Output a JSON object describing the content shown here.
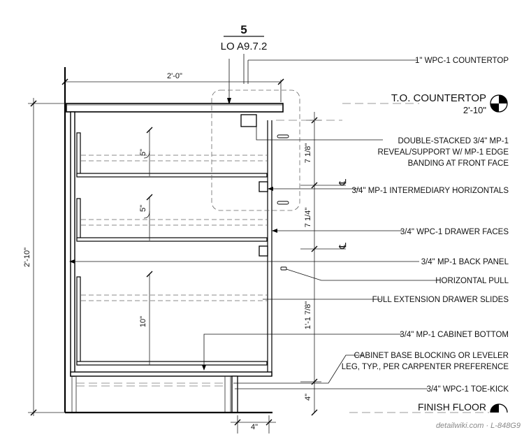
{
  "detail_tag": {
    "number": "5",
    "sheet": "LO A9.7.2"
  },
  "callouts": [
    "1\" WPC-1 COUNTERTOP",
    "DOUBLE-STACKED 3/4\" MP-1",
    "REVEAL/SUPPORT W/ MP-1 EDGE",
    "BANDING AT FRONT FACE",
    "3/4\" MP-1 INTERMEDIARY HORIZONTALS",
    "3/4\" WPC-1 DRAWER FACES",
    "3/4\" MP-1 BACK PANEL",
    "HORIZONTAL PULL",
    "FULL EXTENSION DRAWER SLIDES",
    "3/4\" MP-1 CABINET BOTTOM",
    "CABINET BASE BLOCKING OR LEVELER",
    "LEG, TYP., PER CARPENTER PREFERENCE",
    "3/4\" WPC-1 TOE-KICK"
  ],
  "levels": {
    "countertop_label": "T.O. COUNTERTOP",
    "countertop_height": "2'-10\"",
    "floor_label": "FINISH FLOOR"
  },
  "dimensions": {
    "depth": "2'-0\"",
    "overall_height": "2'-10\"",
    "drawer_1": "7 1/8\"",
    "drawer_2": "7 1/4\"",
    "drawer_3": "1'-1 7/8\"",
    "toe_kick": "4\"",
    "toe_kick_depth": "4\"",
    "box_1": "5\"",
    "box_2": "5\"",
    "box_3": "10\""
  },
  "centerline_symbol": "℄",
  "watermark": "detailwiki.com · L-848G9"
}
